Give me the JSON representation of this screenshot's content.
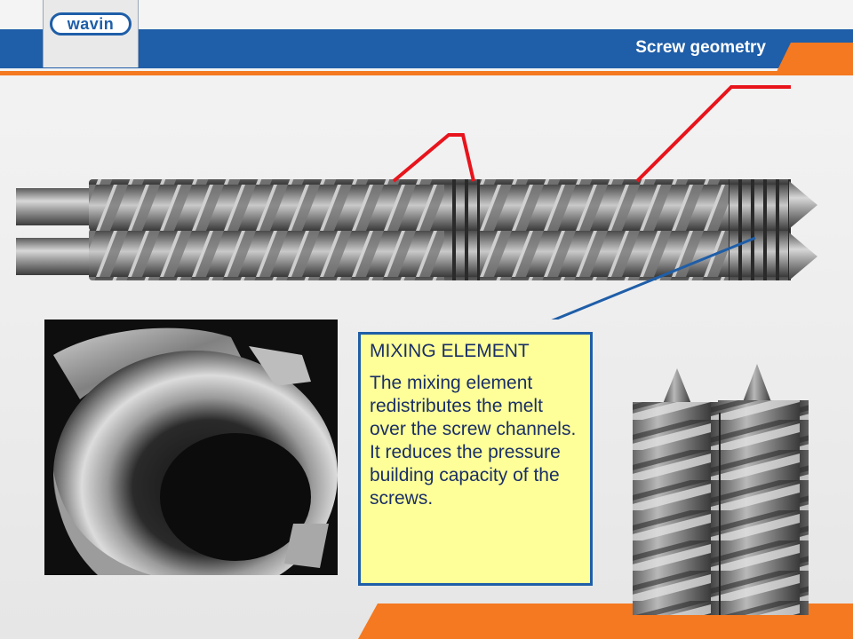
{
  "header": {
    "logo_text": "wavin",
    "title": "Screw geometry",
    "colors": {
      "band": "#1f5ea8",
      "accent": "#f47920"
    }
  },
  "callout": {
    "heading": "MIXING ELEMENT",
    "body": "The mixing element redistributes the melt over the screw channels. It reduces the pressure building capacity of the screws.",
    "colors": {
      "background": "#ffff99",
      "border": "#1f5ea8",
      "text": "#1a2f66"
    }
  },
  "images": {
    "twin_screw": "twin-screw-image",
    "mixing_element_photo": "mixing-element-photo",
    "screw_pair": "screw-pair-image"
  },
  "pointer_colors": {
    "red": "#e8141c",
    "blue": "#1f5ea8"
  }
}
